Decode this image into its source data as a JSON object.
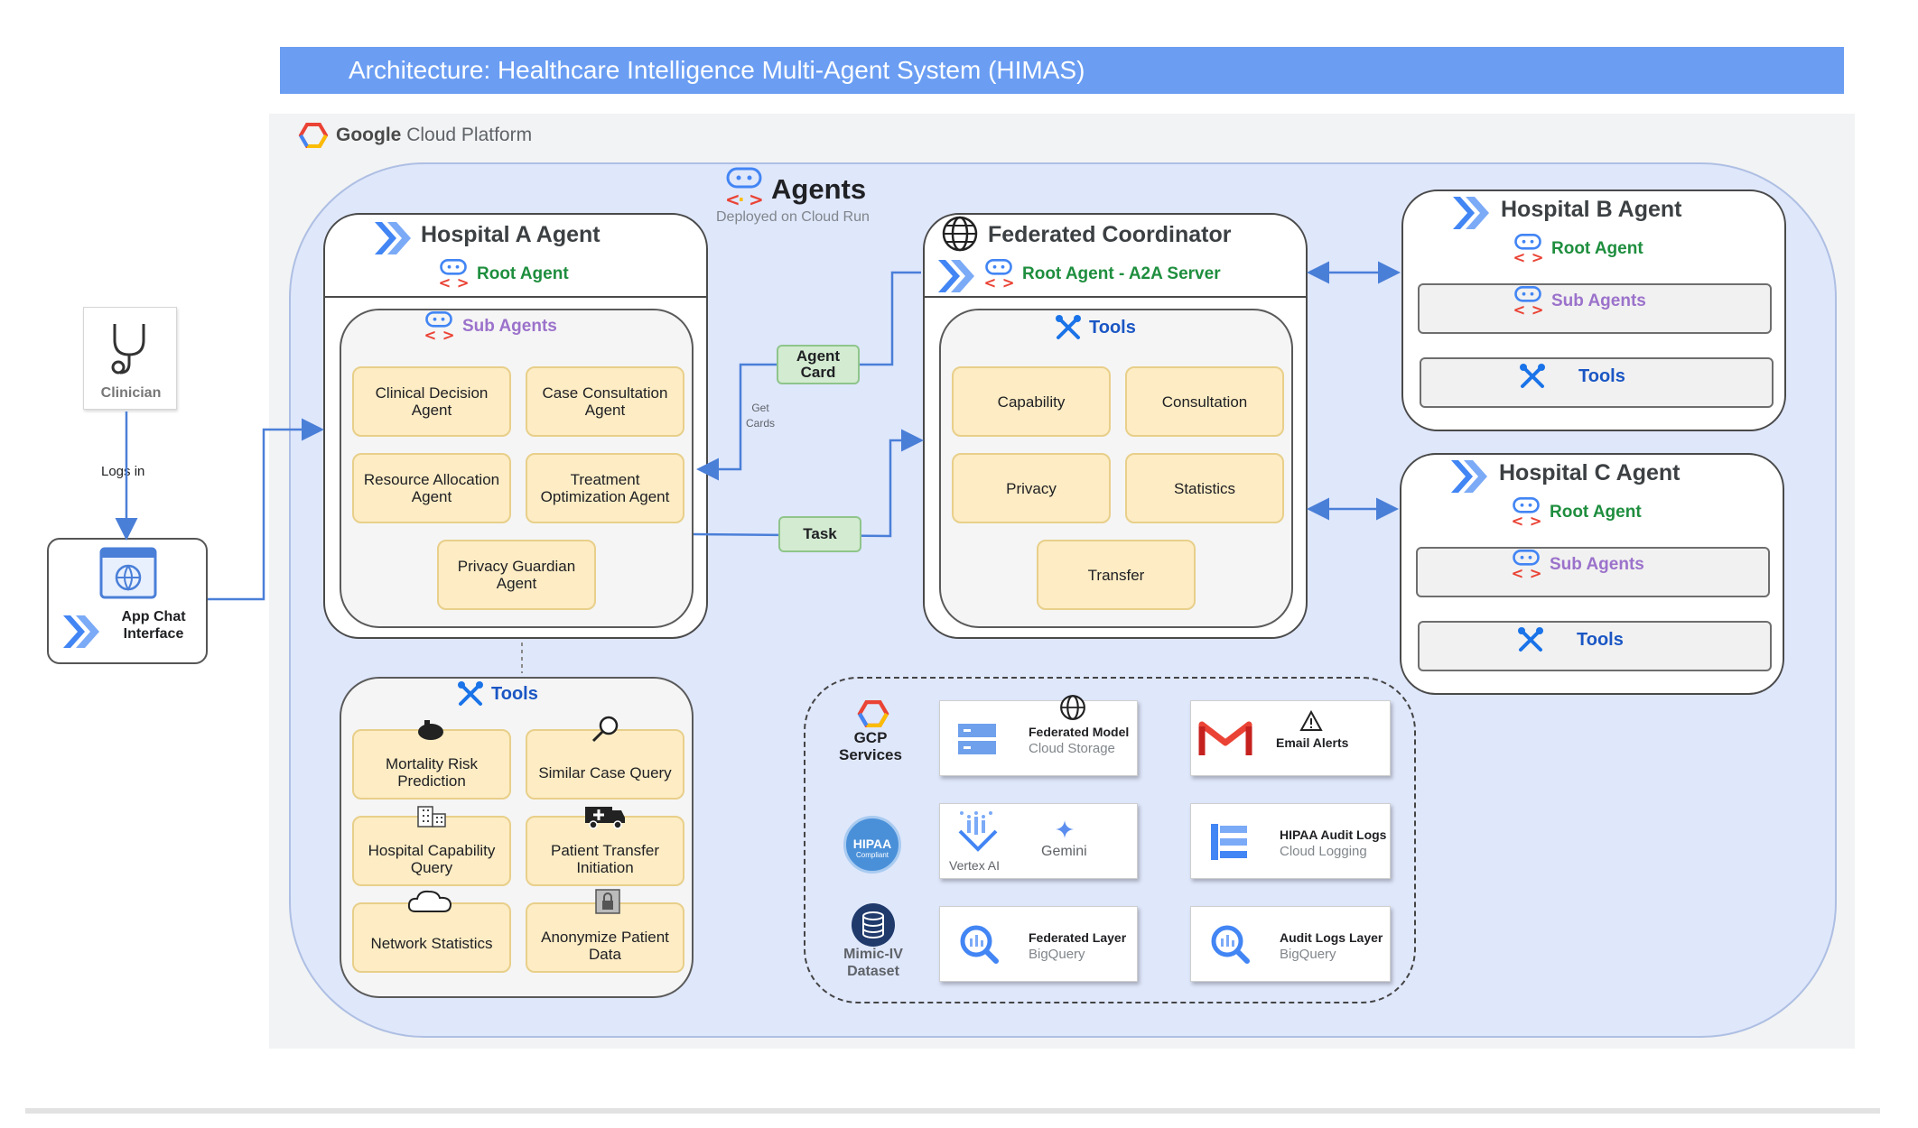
{
  "title": "Architecture: Healthcare Intelligence Multi-Agent System (HIMAS)",
  "gcp": {
    "brand": "Google",
    "product": "Cloud Platform"
  },
  "agents_section": {
    "title": "Agents",
    "subtitle": "Deployed on Cloud Run"
  },
  "clinician": {
    "label": "Clinician",
    "logs_in": "Logs in"
  },
  "app_chat": {
    "label_line1": "App Chat",
    "label_line2": "Interface"
  },
  "hospital_a": {
    "title": "Hospital A Agent",
    "root": "Root Agent",
    "sub_agents_label": "Sub Agents",
    "sub_agents": [
      "Clinical Decision Agent",
      "Case Consultation Agent",
      "Resource Allocation Agent",
      "Treatment Optimization Agent",
      "Privacy Guardian Agent"
    ],
    "tools_label": "Tools",
    "tools": [
      "Mortality Risk Prediction",
      "Similar Case Query",
      "Hospital Capability Query",
      "Patient Transfer Initiation",
      "Network Statistics",
      "Anonymize Patient Data"
    ]
  },
  "connectors": {
    "agent_card": "Agent Card",
    "get_cards_line1": "Get",
    "get_cards_line2": "Cards",
    "task": "Task"
  },
  "federated": {
    "title": "Federated Coordinator",
    "root": "Root Agent - A2A Server",
    "tools_label": "Tools",
    "tools": [
      "Capability",
      "Consultation",
      "Privacy",
      "Statistics",
      "Transfer"
    ]
  },
  "hospital_b": {
    "title": "Hospital B Agent",
    "root": "Root Agent",
    "sub_agents": "Sub Agents",
    "tools": "Tools"
  },
  "hospital_c": {
    "title": "Hospital C Agent",
    "root": "Root Agent",
    "sub_agents": "Sub Agents",
    "tools": "Tools"
  },
  "services": {
    "gcp_line1": "GCP",
    "gcp_line2": "Services",
    "hipaa_badge": "HIPAA",
    "hipaa_badge_sub": "Compliant",
    "mimic_line1": "Mimic-IV",
    "mimic_line2": "Dataset",
    "federated_model": {
      "title": "Federated Model",
      "sub": "Cloud Storage"
    },
    "email": {
      "title": "Email Alerts"
    },
    "vertex": {
      "left": "Vertex AI",
      "right": "Gemini"
    },
    "hipaa_logs": {
      "title": "HIPAA Audit Logs",
      "sub": "Cloud Logging"
    },
    "federated_layer": {
      "title": "Federated Layer",
      "sub": "BigQuery"
    },
    "audit_layer": {
      "title": "Audit Logs Layer",
      "sub": "BigQuery"
    }
  },
  "colors": {
    "title_bar": "#6b9ef3",
    "agents_bg": "#dfe7fb",
    "card": "#fdecc4",
    "root_green": "#1e8e3e",
    "sub_purple": "#9b72cb",
    "arrow_blue": "#4a7fd8"
  }
}
